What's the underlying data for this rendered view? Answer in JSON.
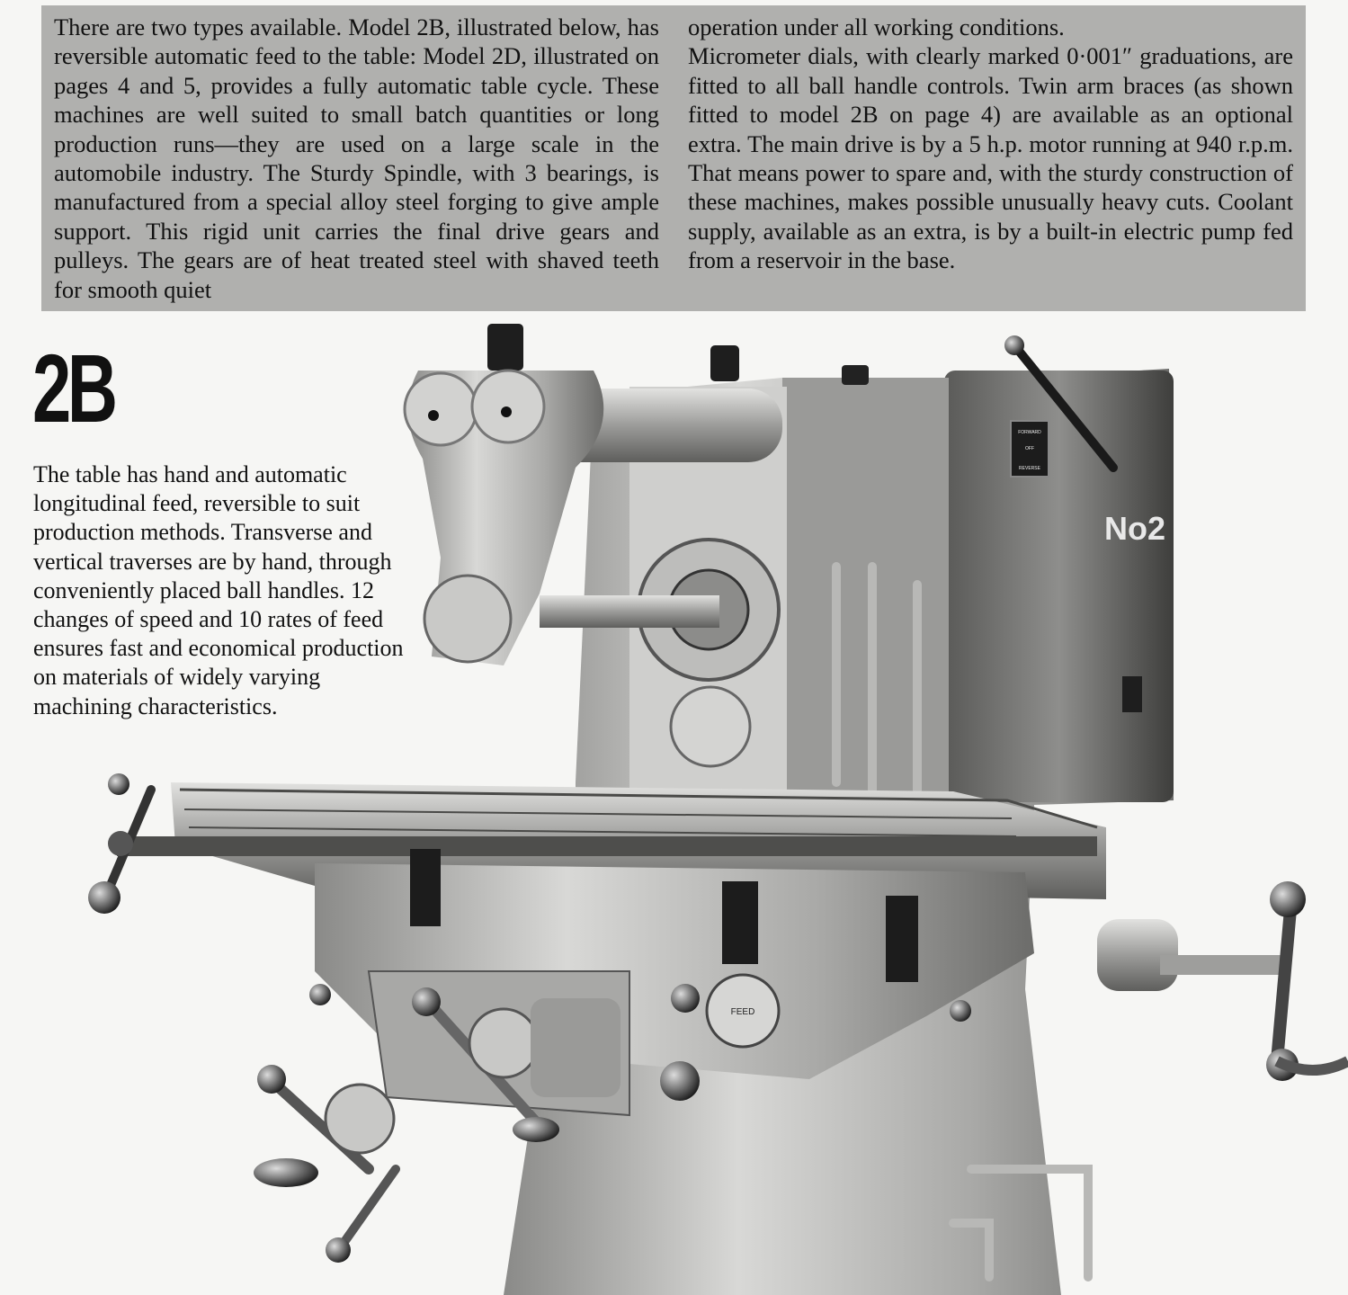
{
  "intro": {
    "left": "There are two types available. Model 2B, illustrated below, has reversible automatic feed to the table: Model 2D, illustrated on pages 4 and 5, provides a fully automatic table cycle. These machines are well suited to small batch quantities or long production runs—they are used on a large scale in the automobile industry. The Sturdy Spindle, with 3 bearings, is manufactured from a special alloy steel forging to give ample support. This rigid unit carries the final drive gears and pulleys. The gears are of heat treated steel with shaved teeth for smooth quiet",
    "right_p1": "operation under all working conditions.",
    "right_p2": "Micrometer dials, with clearly marked 0·001″ graduations, are fitted to all ball handle controls. Twin arm braces (as shown fitted to model 2B on page 4) are available as an optional extra. The main drive is by a 5 h.p. motor running at 940 r.p.m. That means power to spare and, with the sturdy construction of these machines, makes possible unusually heavy cuts. Coolant supply, available as an extra, is by a built-in electric pump fed from a reservoir in the base."
  },
  "model": {
    "title": "2B",
    "description": "The table has hand and automatic longitudinal feed, reversible to suit production methods. Transverse and vertical traverses are by hand, through conveniently placed ball handles. 12 changes of speed and 10 rates of feed ensures fast and economical production on materials of widely varying machining characteristics."
  },
  "machine": {
    "switch_forward": "FORWARD",
    "switch_off": "OFF",
    "switch_reverse": "REVERSE",
    "badge": "No2",
    "feed_dial": "FEED"
  }
}
